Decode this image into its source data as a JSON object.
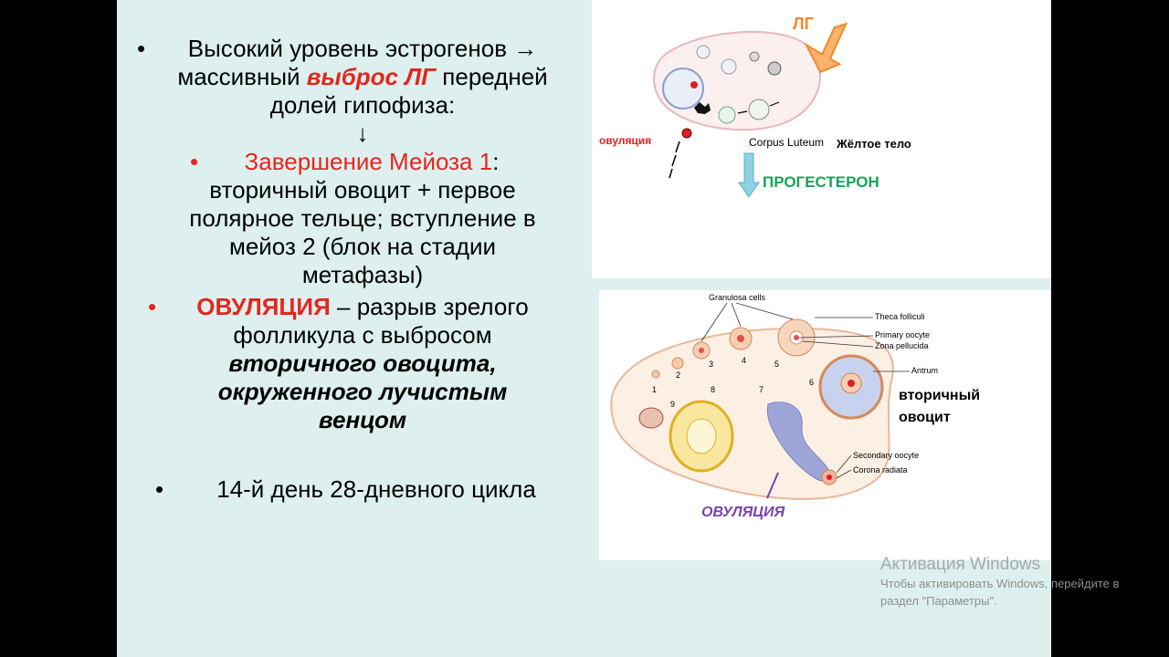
{
  "text": {
    "p1_line1": "Высокий уровень эстрогенов →",
    "p1_line2_a": "массивный ",
    "p1_line2_b": "выброс ЛГ",
    "p1_line2_c": " передней",
    "p1_line3": "долей гипофиза:",
    "arrow": "↓",
    "p2_a": "Завершение Мейоза 1",
    "p2_b": ":",
    "p2_line2": "вторичный овоцит + первое",
    "p2_line3": "полярное тельце; вступление в",
    "p2_line4": "мейоз 2 (блок на стадии",
    "p2_line5": "метафазы)",
    "p3_a": "ОВУЛЯЦИЯ",
    "p3_b": " – разрыв зрелого",
    "p3_line2": "фолликула с выбросом",
    "p3_line3": "вторичного овоцита,",
    "p3_line4": "окруженного лучистым",
    "p3_line5": "венцом",
    "p4": "14-й день 28-дневного цикла",
    "bullet": "•"
  },
  "diagram1": {
    "lh_label": "ЛГ",
    "ovulation_label": "овуляция",
    "corpus_luteum_label": "Corpus Luteum",
    "yellow_body_label": "Жёлтое тело",
    "progesterone_label": "ПРОГЕСТЕРОН"
  },
  "diagram2": {
    "granulosa_label": "Granulosa cells",
    "theca_label": "Theca folliculi",
    "primary_oocyte_label": "Primary oocyte",
    "zona_label": "Zona pellucida",
    "antrum_label": "Antrum",
    "secondary_oocyte_label": "Secondary oocyte",
    "corona_label": "Corona radiata",
    "secondary_ru_line1": "вторичный",
    "secondary_ru_line2": "овоцит",
    "ovulation_label": "ОВУЛЯЦИЯ",
    "stage_numbers": [
      "1",
      "2",
      "3",
      "4",
      "5",
      "6",
      "7",
      "8",
      "9"
    ]
  },
  "watermark": {
    "title": "Активация Windows",
    "line1": "Чтобы активировать Windows, перейдите в",
    "line2": "раздел \"Параметры\"."
  },
  "colors": {
    "accent_red": "#e3271d",
    "progesterone_green": "#17a35a",
    "arrow_blue": "#7ec8d8",
    "lh_orange": "#f4a55a",
    "ovulation_purple": "#7a3fb0"
  }
}
